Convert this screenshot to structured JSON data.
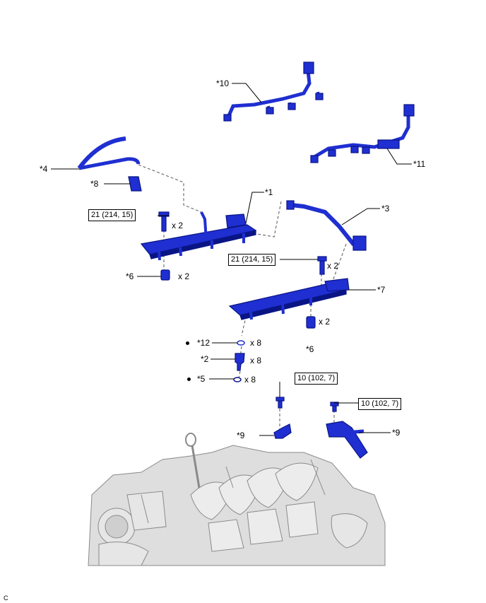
{
  "parts": {
    "p1": "*1",
    "p2": "*2",
    "p3": "*3",
    "p4": "*4",
    "p5": "*5",
    "p6a": "*6",
    "p6b": "*6",
    "p7": "*7",
    "p8": "*8",
    "p9a": "*9",
    "p9b": "*9",
    "p10": "*10",
    "p11": "*11",
    "p12": "*12"
  },
  "quantities": {
    "bolt_left": "x 2",
    "insulator_left": "x 2",
    "bolt_right": "x 2",
    "insulator_right": "x 2",
    "oring": "x 8",
    "injector": "x 8",
    "washer": "x 8"
  },
  "torques": {
    "delivery_left": "21 (214, 15)",
    "delivery_right": "21 (214, 15)",
    "bracket_left": "10 (102, 7)",
    "bracket_right": "10 (102, 7)"
  },
  "corner_mark": "C",
  "colors": {
    "part_blue": "#1f2fd1",
    "part_dark": "#0a1585",
    "engine_gray": "#d9d9d9",
    "engine_line": "#8a8a8a"
  }
}
